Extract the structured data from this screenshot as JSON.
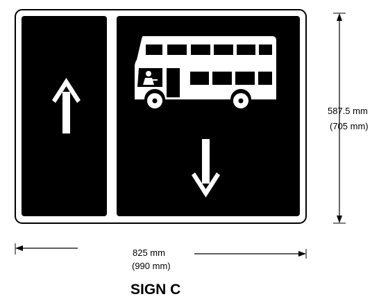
{
  "sign": {
    "background_color": "#000000",
    "symbol_color": "#ffffff",
    "left_panel_arrow": "up-arrow-icon",
    "right_panel_arrow": "down-arrow-icon",
    "vehicle_symbol": "double-decker-bus-icon"
  },
  "dimensions": {
    "height_label": "587.5 mm",
    "height_alt_label": "(705 mm)",
    "width_label": "825 mm",
    "width_alt_label": "(990 mm)"
  },
  "caption": "SIGN C"
}
